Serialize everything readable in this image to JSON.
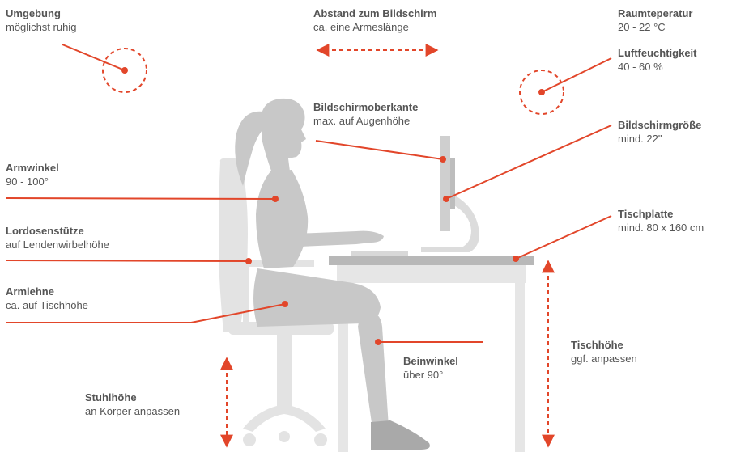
{
  "colors": {
    "accent": "#e2462a",
    "figure": "#c8c8c8",
    "furniture": "#e3e3e3",
    "desk_top": "#b8b8b8",
    "text": "#555555"
  },
  "labels": {
    "umgebung": {
      "title": "Umgebung",
      "sub": "möglichst ruhig"
    },
    "abstand": {
      "title": "Abstand zum Bildschirm",
      "sub": "ca. eine Armeslänge"
    },
    "raumtemperatur": {
      "title": "Raumteperatur",
      "sub": "20 - 22 °C"
    },
    "luftfeuchtigkeit": {
      "title": "Luftfeuchtigkeit",
      "sub": "40 - 60 %"
    },
    "bildschirmoberkante": {
      "title": "Bildschirmoberkante",
      "sub": "max. auf Augenhöhe"
    },
    "bildschirmgroesse": {
      "title": "Bildschirmgröße",
      "sub": "mind. 22\""
    },
    "armwinkel": {
      "title": "Armwinkel",
      "sub": "90 - 100°"
    },
    "tischplatte": {
      "title": "Tischplatte",
      "sub": "mind. 80 x 160 cm"
    },
    "lordosenstuetze": {
      "title": "Lordosenstütze",
      "sub": "auf Lendenwirbelhöhe"
    },
    "armlehne": {
      "title": "Armlehne",
      "sub": "ca. auf Tischhöhe"
    },
    "tischhoehe": {
      "title": "Tischhöhe",
      "sub": "ggf. anpassen"
    },
    "beinwinkel": {
      "title": "Beinwinkel",
      "sub": "über 90°"
    },
    "stuhlhoehe": {
      "title": "Stuhlhöhe",
      "sub": "an Körper anpassen"
    }
  }
}
